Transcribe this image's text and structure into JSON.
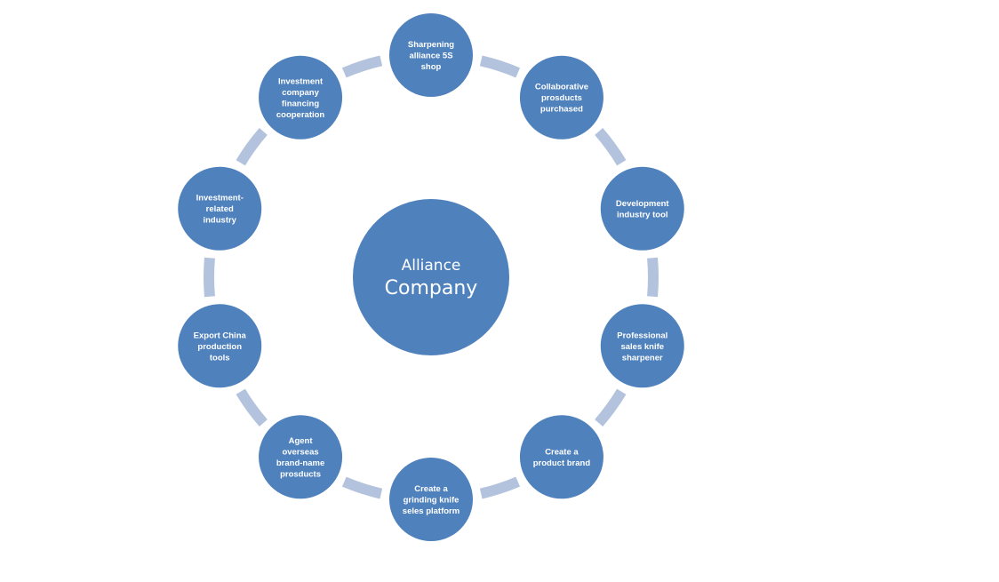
{
  "colors": {
    "node_fill": "#4f81bd",
    "node_stroke": "#ffffff",
    "arc": "#b3c3dd",
    "text": "#ffffff"
  },
  "center": {
    "line1": "Alliance",
    "line2": "Company"
  },
  "nodes": [
    {
      "lines": [
        "Sharpening",
        "alliance 5S",
        "shop"
      ]
    },
    {
      "lines": [
        "Collaborative",
        "prosducts",
        "purchased"
      ]
    },
    {
      "lines": [
        "Development",
        "industry tool"
      ]
    },
    {
      "lines": [
        "Professional",
        "sales knife",
        "sharpener"
      ]
    },
    {
      "lines": [
        "Create a",
        "product brand"
      ]
    },
    {
      "lines": [
        "Create a",
        "grinding knife",
        "seles platform"
      ]
    },
    {
      "lines": [
        "Agent",
        "overseas",
        "brand-name",
        "prosducts"
      ]
    },
    {
      "lines": [
        "Export China",
        "production",
        "tools"
      ]
    },
    {
      "lines": [
        "Investment-",
        "related",
        "industry"
      ]
    },
    {
      "lines": [
        "Investment",
        "company",
        "financing",
        "cooperation"
      ]
    }
  ]
}
